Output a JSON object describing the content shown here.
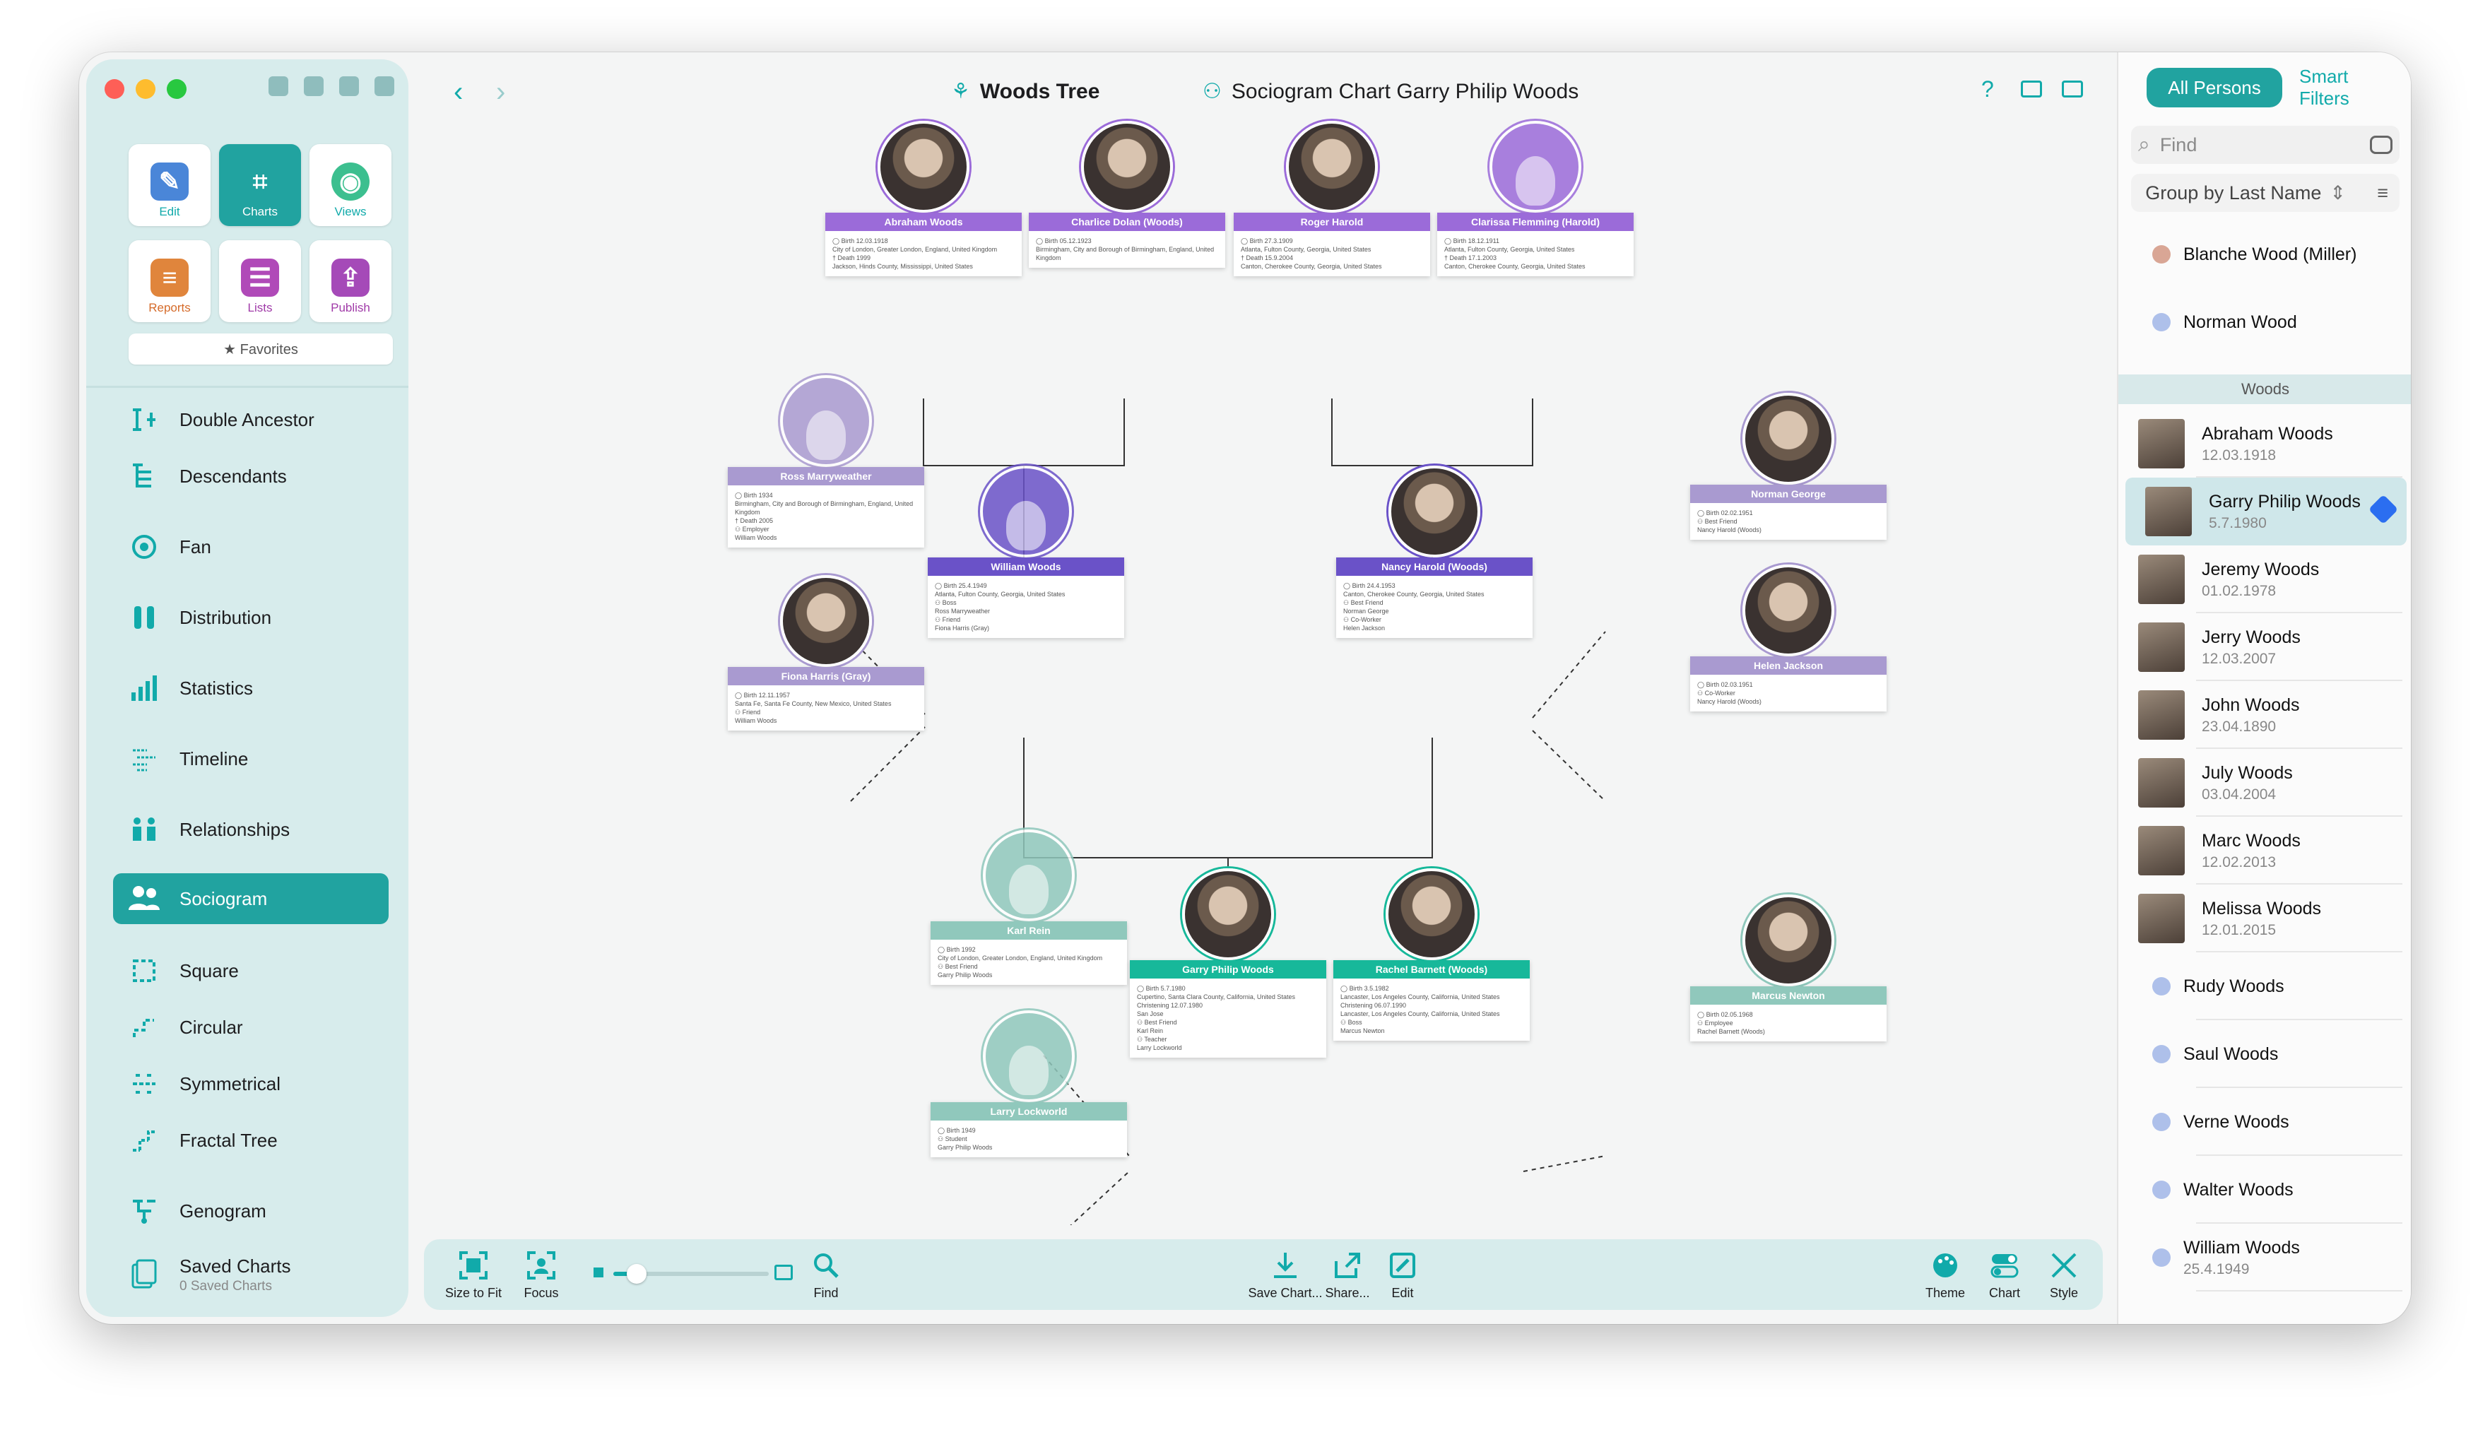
{
  "window": {
    "title": "Woods Tree",
    "chart_title": "Sociogram Chart Garry Philip Woods"
  },
  "sidebar": {
    "tiles": [
      {
        "label": "Edit",
        "color": "#4a86d8"
      },
      {
        "label": "Charts",
        "color": "#21a3a0"
      },
      {
        "label": "Views",
        "color": "#3cbf8f"
      },
      {
        "label": "Reports",
        "color": "#e0853c"
      },
      {
        "label": "Lists",
        "color": "#b04ab8"
      },
      {
        "label": "Publish",
        "color": "#a54ab8"
      }
    ],
    "favorites": "★ Favorites",
    "items": [
      {
        "label": "Double Ancestor"
      },
      {
        "label": "Descendants"
      },
      {
        "label": "Fan"
      },
      {
        "label": "Distribution"
      },
      {
        "label": "Statistics"
      },
      {
        "label": "Timeline"
      },
      {
        "label": "Relationships"
      },
      {
        "label": "Sociogram"
      },
      {
        "label": "Square"
      },
      {
        "label": "Circular"
      },
      {
        "label": "Symmetrical"
      },
      {
        "label": "Fractal Tree"
      },
      {
        "label": "Genogram"
      },
      {
        "label": "Saved Charts",
        "sub": "0 Saved Charts"
      }
    ]
  },
  "canvas": {
    "persons": [
      {
        "name": "Abraham Woods",
        "color": "#9b6bd9",
        "details": [
          "◯ Birth  12.03.1918",
          "City of London, Greater London, England, United Kingdom",
          "† Death  1999",
          "Jackson, Hinds County, Mississippi, United States"
        ]
      },
      {
        "name": "Charlice Dolan (Woods)",
        "color": "#9b6bd9",
        "details": [
          "◯ Birth  05.12.1923",
          "Birmingham, City and Borough of Birmingham, England, United Kingdom"
        ]
      },
      {
        "name": "Roger Harold",
        "color": "#9b6bd9",
        "details": [
          "◯ Birth  27.3.1909",
          "Atlanta, Fulton County, Georgia, United States",
          "† Death  15.9.2004",
          "Canton, Cherokee County, Georgia, United States"
        ]
      },
      {
        "name": "Clarissa Flemming (Harold)",
        "color": "#9b6bd9",
        "details": [
          "◯ Birth  18.12.1911",
          "Atlanta, Fulton County, Georgia, United States",
          "† Death  17.1.2003",
          "Canton, Cherokee County, Georgia, United States"
        ]
      },
      {
        "name": "Ross Marryweather",
        "color": "#a99ad0",
        "details": [
          "◯ Birth  1934",
          "Birmingham, City and Borough of Birmingham, England, United Kingdom",
          "† Death  2005",
          "⚇ Employer",
          "William Woods"
        ]
      },
      {
        "name": "Fiona Harris (Gray)",
        "color": "#a99ad0",
        "details": [
          "◯ Birth  12.11.1957",
          "Santa Fe, Santa Fe County, New Mexico, United States",
          "⚇ Friend",
          "William Woods"
        ]
      },
      {
        "name": "William Woods",
        "color": "#6a52c8",
        "details": [
          "◯ Birth  25.4.1949",
          "Atlanta, Fulton County, Georgia, United States",
          "⚇ Boss",
          "Ross Marryweather",
          "⚇ Friend",
          "Fiona Harris (Gray)"
        ]
      },
      {
        "name": "Nancy Harold (Woods)",
        "color": "#6a52c8",
        "details": [
          "◯ Birth  24.4.1953",
          "Canton, Cherokee County, Georgia, United States",
          "⚇ Best Friend",
          "Norman George",
          "⚇ Co-Worker",
          "Helen Jackson"
        ]
      },
      {
        "name": "Norman George",
        "color": "#a99ad0",
        "details": [
          "◯ Birth  02.02.1951",
          "⚇ Best Friend",
          "Nancy Harold (Woods)"
        ]
      },
      {
        "name": "Helen Jackson",
        "color": "#a99ad0",
        "details": [
          "◯ Birth  02.03.1951",
          "⚇ Co-Worker",
          "Nancy Harold (Woods)"
        ]
      },
      {
        "name": "Karl Rein",
        "color": "#90c8bc",
        "details": [
          "◯ Birth  1992",
          "City of London, Greater London, England, United Kingdom",
          "⚇ Best Friend",
          "Garry Philip Woods"
        ]
      },
      {
        "name": "Larry Lockworld",
        "color": "#90c8bc",
        "details": [
          "◯ Birth  1949",
          "⚇ Student",
          "Garry Philip Woods"
        ]
      },
      {
        "name": "Garry Philip Woods",
        "color": "#17b89a",
        "details": [
          "◯ Birth  5.7.1980",
          "Cupertino, Santa Clara County, California, United States",
          "Christening  12.07.1980",
          "San Jose",
          "⚇ Best Friend",
          "Karl Rein",
          "⚇ Teacher",
          "Larry Lockworld"
        ]
      },
      {
        "name": "Rachel Barnett (Woods)",
        "color": "#17b89a",
        "details": [
          "◯ Birth  3.5.1982",
          "Lancaster, Los Angeles County, California, United States",
          "Christening  06.07.1990",
          "Lancaster, Los Angeles County, California, United States",
          "⚇ Boss",
          "Marcus Newton"
        ]
      },
      {
        "name": "Marcus Newton",
        "color": "#90c8bc",
        "details": [
          "◯ Birth  02.05.1968",
          "⚇ Employee",
          "Rachel Barnett (Woods)"
        ]
      }
    ]
  },
  "bottombar": {
    "size_to_fit": "Size to Fit",
    "focus": "Focus",
    "find": "Find",
    "save_chart": "Save Chart...",
    "share": "Share...",
    "edit": "Edit",
    "theme": "Theme",
    "chart": "Chart",
    "style": "Style",
    "zoom": 0.15
  },
  "rightpanel": {
    "all_persons": "All Persons",
    "smart_filters": "Smart Filters",
    "find_placeholder": "Find",
    "group_by": "Group by Last Name",
    "top": [
      {
        "name": "Blanche Wood (Miller)"
      },
      {
        "name": "Norman Wood"
      }
    ],
    "section": "Woods",
    "persons": [
      {
        "name": "Abraham Woods",
        "date": "12.03.1918",
        "photo": true
      },
      {
        "name": "Garry Philip Woods",
        "date": "5.7.1980",
        "photo": true,
        "selected": true
      },
      {
        "name": "Jeremy Woods",
        "date": "01.02.1978",
        "photo": true
      },
      {
        "name": "Jerry Woods",
        "date": "12.03.2007",
        "photo": true
      },
      {
        "name": "John Woods",
        "date": "23.04.1890",
        "photo": true
      },
      {
        "name": "July Woods",
        "date": "03.04.2004",
        "photo": true
      },
      {
        "name": "Marc Woods",
        "date": "12.02.2013",
        "photo": true
      },
      {
        "name": "Melissa Woods",
        "date": "12.01.2015",
        "photo": true
      },
      {
        "name": "Rudy Woods",
        "date": "",
        "photo": false
      },
      {
        "name": "Saul Woods",
        "date": "",
        "photo": false
      },
      {
        "name": "Verne Woods",
        "date": "",
        "photo": false
      },
      {
        "name": "Walter Woods",
        "date": "",
        "photo": false
      },
      {
        "name": "William Woods",
        "date": "25.4.1949",
        "photo": false
      }
    ]
  }
}
